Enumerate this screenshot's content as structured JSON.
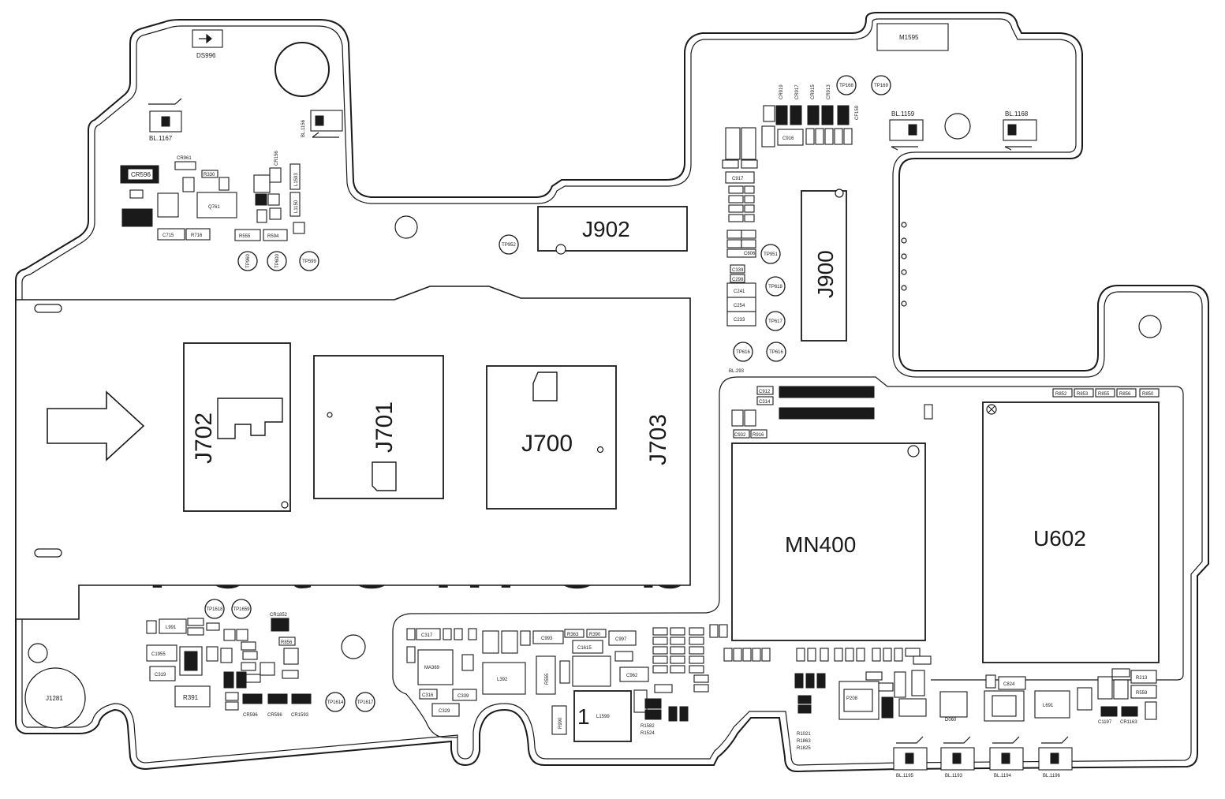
{
  "diagram": {
    "watermark": "ictomobile",
    "large_labels": {
      "j902": "J902",
      "j900": "J900",
      "j702": "J702",
      "j701": "J701",
      "j700": "J700",
      "j703": "J703",
      "mn400": "MN400",
      "u602": "U602"
    },
    "ref_labels": {
      "ds996": "DS996",
      "bl1167": "BL.1167",
      "bl1156": "BL.1156",
      "m1595": "M1595",
      "bl1159": "BL.1159",
      "bl1168": "BL.1168",
      "bl293": "BL.293",
      "j1281": "J1281",
      "l1599": "L1599",
      "l1599_pin": "1",
      "bl1195": "BL.1195",
      "bl1193": "BL.1193",
      "bl1194": "BL.1194",
      "bl1196": "BL.1196",
      "cr596a": "CR596",
      "cr596b": "CR596",
      "cr1593": "CR1593",
      "r1582": "R1582",
      "r1524": "R1524",
      "r1021": "R1021",
      "r1863": "R1863",
      "r1825": "R1825"
    },
    "test_points": [
      "TP952",
      "TP951",
      "TP618",
      "TP617",
      "TP616",
      "TP616",
      "TP168",
      "TP169",
      "TP1618",
      "TP1659",
      "TP1614",
      "TP1617",
      "TP960",
      "TP600",
      "TP599"
    ],
    "part_labels": {
      "cr596_top": "CR596",
      "cr961": "CR961",
      "r330": "R330",
      "c715": "C715",
      "r716": "R716",
      "q761": "Q761",
      "r555": "R555",
      "r594": "R594",
      "l1593": "L1593",
      "l1150": "L1150",
      "cr156": "CR156",
      "c916": "C916",
      "c917": "C917",
      "c241": "C241",
      "c254": "C254",
      "c233": "C233",
      "c339_top": "C339",
      "c298": "C298",
      "c606": "C606",
      "cr919": "CR919",
      "cr917": "CR917",
      "cr915": "CR915",
      "cr913": "CR913",
      "cf159": "CF159",
      "c912": "C912",
      "c314": "C314",
      "r916": "R916",
      "c932": "C932",
      "r852": "R852",
      "r853": "R853",
      "r855": "R855",
      "r856": "R856",
      "r850": "R850",
      "l991": "L991",
      "c1955": "C1955",
      "c319": "C319",
      "r391": "R391",
      "cr1852": "CR1852",
      "r856b": "R856",
      "c317": "C317",
      "ma369": "MA369",
      "c339": "C339",
      "c329": "C329",
      "c316": "C316",
      "l392": "L392",
      "c993": "C993",
      "r363": "R363",
      "r390": "R390",
      "c997": "C997",
      "c1615": "C1615",
      "c962": "C962",
      "r555b": "R555",
      "r990": "R990",
      "c824": "C824",
      "l691": "L691",
      "r213": "R213",
      "r559": "R559",
      "c1197": "C1197",
      "cr1163": "CR1163",
      "d060": "D060",
      "p208": "P208"
    }
  }
}
